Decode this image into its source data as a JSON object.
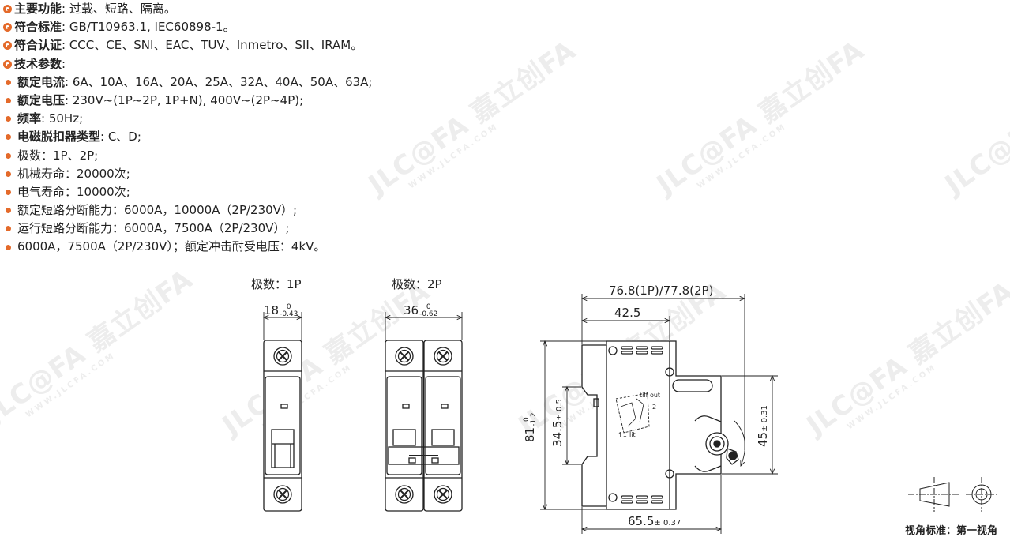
{
  "specs": [
    {
      "style": "ring",
      "label": "主要功能",
      "value": ": 过载、短路、隔离。"
    },
    {
      "style": "ring",
      "label": "符合标准",
      "value": ": GB/T10963.1, IEC60898-1。"
    },
    {
      "style": "ring",
      "label": "符合认证",
      "value": ": CCC、CE、SNI、EAC、TUV、Inmetro、SII、IRAM。"
    },
    {
      "style": "ring",
      "label": "技术参数",
      "value": ":"
    },
    {
      "style": "dot",
      "label": "额定电流",
      "value": ": 6A、10A、16A、20A、25A、32A、40A、50A、63A;"
    },
    {
      "style": "dot",
      "label": "额定电压",
      "value": ": 230V~(1P~2P, 1P+N), 400V~(2P~4P);"
    },
    {
      "style": "dot",
      "label": "频率",
      "value": ": 50Hz;"
    },
    {
      "style": "dot",
      "label": "电磁脱扣器类型",
      "value": ": C、D;"
    },
    {
      "style": "dot",
      "label": "",
      "value": "极数：1P、2P;"
    },
    {
      "style": "dot",
      "label": "",
      "value": "机械寿命：20000次;"
    },
    {
      "style": "dot",
      "label": "",
      "value": "电气寿命：10000次;"
    },
    {
      "style": "dot",
      "label": "",
      "value": "额定短路分断能力：6000A，10000A（2P/230V）;"
    },
    {
      "style": "dot",
      "label": "",
      "value": "运行短路分断能力：6000A，7500A（2P/230V）;"
    },
    {
      "style": "dot",
      "label": "",
      "value": "6000A，7500A（2P/230V）；额定冲击耐受电压：4kV。"
    }
  ],
  "drawing": {
    "pole1_title": "极数：1P",
    "pole2_title": "极数：2P",
    "dim_1p_width": "18",
    "dim_1p_upper": "0",
    "dim_1p_lower": "-0.43",
    "dim_2p_width": "36",
    "dim_2p_upper": "0",
    "dim_2p_lower": "-0.62",
    "dim_overall_depth": "76.8(1P)/77.8(2P)",
    "dim_depth_front": "42.5",
    "dim_height": "81",
    "dim_height_upper": "0",
    "dim_height_lower": "-1.2",
    "dim_rail": "34.5",
    "dim_rail_tol": "± 0.5",
    "dim_front_height": "45",
    "dim_front_tol": "± 0.31",
    "dim_bottom": "65.5",
    "dim_bottom_tol": "± 0.37",
    "tilf_text": "tilf out",
    "small_label_2": "2",
    "small_label_1": "↑1",
    "small_label_lit": "lit",
    "projection_caption": "视角标准：第一视角"
  },
  "watermark": {
    "brand": "JLC@FA 嘉立创FA",
    "site": "WWW.JLCFA.COM"
  },
  "colors": {
    "accent": "#e46a2a",
    "line": "#222222"
  }
}
